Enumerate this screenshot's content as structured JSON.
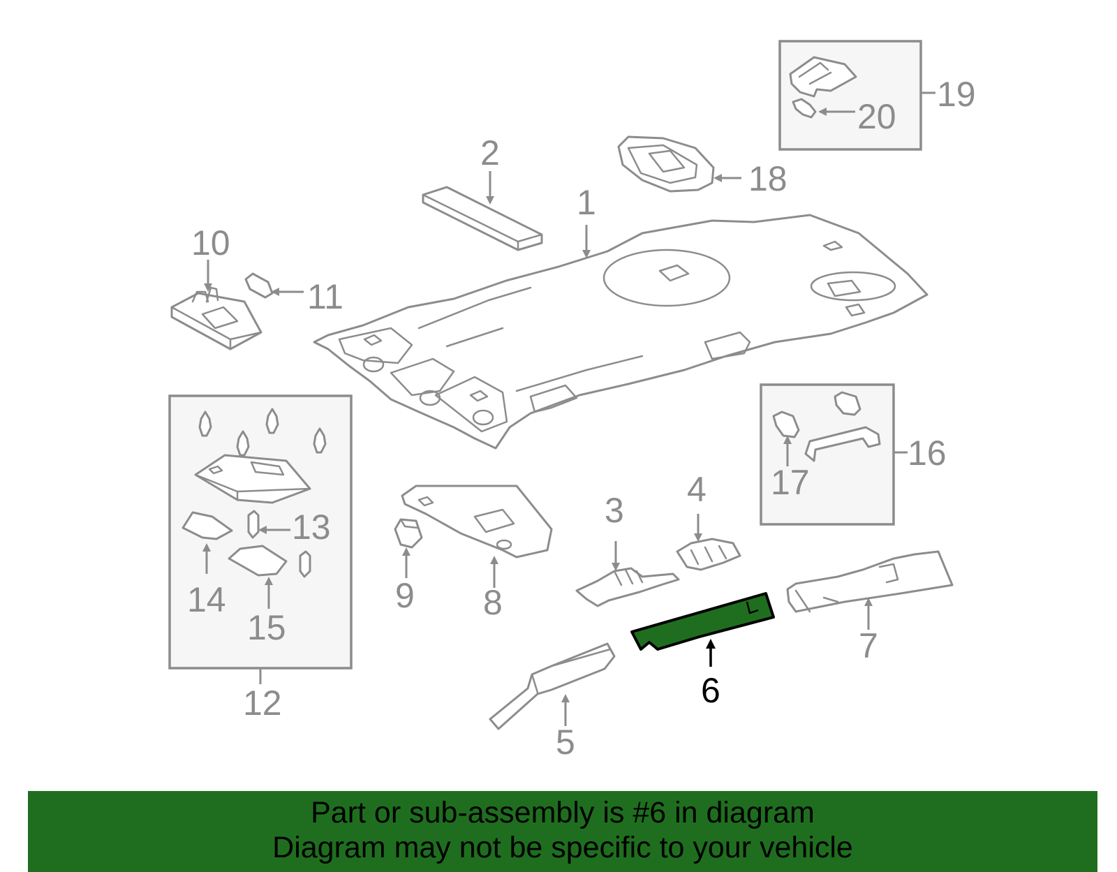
{
  "diagram": {
    "callouts": {
      "c1": "1",
      "c2": "2",
      "c3": "3",
      "c4": "4",
      "c5": "5",
      "c6": "6",
      "c7": "7",
      "c8": "8",
      "c9": "9",
      "c10": "10",
      "c11": "11",
      "c12": "12",
      "c13": "13",
      "c14": "14",
      "c15": "15",
      "c16": "16",
      "c17": "17",
      "c18": "18",
      "c19": "19",
      "c20": "20"
    },
    "highlighted_part": "6",
    "colors": {
      "line_art": "#8c8c8c",
      "highlight_fill": "#1f6e1f",
      "highlight_outline": "#000000",
      "banner_background": "#1f6e1f"
    }
  },
  "banner": {
    "line1": "Part or sub-assembly is #6 in diagram",
    "line2": "Diagram may not be specific to your vehicle"
  }
}
